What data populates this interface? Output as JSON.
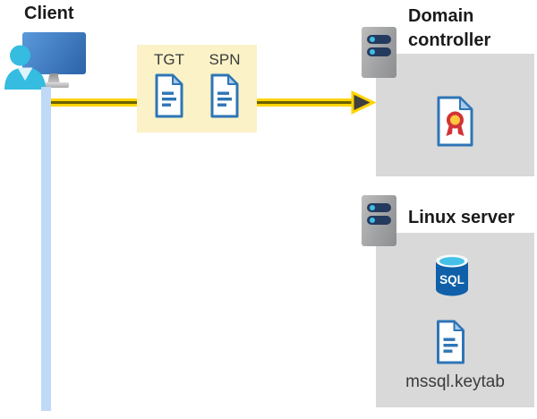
{
  "client": {
    "label": "Client"
  },
  "tickets": {
    "items": [
      {
        "label": "TGT"
      },
      {
        "label": "SPN"
      }
    ]
  },
  "domain_controller": {
    "label": "Domain controller"
  },
  "linux_server": {
    "label": "Linux server",
    "sql_label": "SQL",
    "keytab_label": "mssql.keytab"
  },
  "colors": {
    "arrow_yellow": "#FFD400",
    "arrow_core": "#6B6100",
    "ticket_box_yellow": "#FBF2C7",
    "lifeline_blue": "#BFD9F7",
    "panel_gray": "#D9D9D9",
    "doc_blue": "#2E75B6",
    "doc_fold_blue": "#A7C9E8",
    "person_cyan": "#35BCE0",
    "monitor_blue_1": "#5A99DB",
    "monitor_blue_2": "#2C62A9",
    "slot_navy": "#243A5E",
    "dot_cyan": "#41BEE8",
    "cert_red": "#D13438",
    "cert_gold": "#FFC83D",
    "sql_body_blue": "#0F60A9",
    "sql_top_cyan": "#45C1E8",
    "arrowhead_dark": "#3F3F3F"
  }
}
